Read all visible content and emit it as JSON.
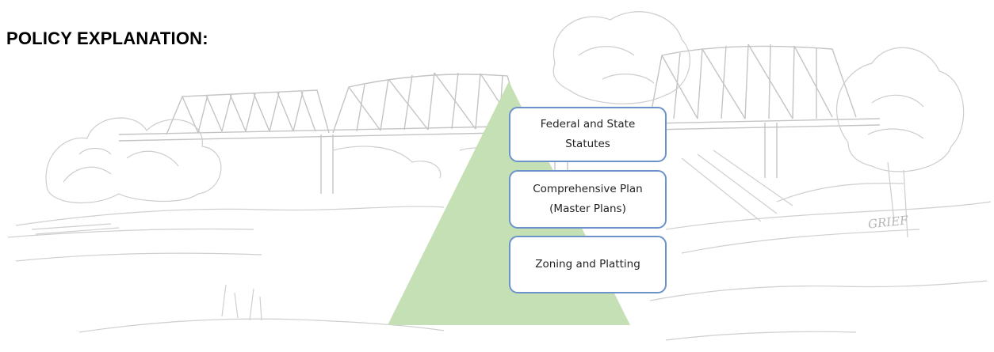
{
  "title": "POLICY EXPLANATION:",
  "hierarchy": [
    {
      "line1": "Federal and State",
      "line2": "Statutes"
    },
    {
      "line1": "Comprehensive Plan",
      "line2": "(Master Plans)"
    },
    {
      "line1": "Zoning and Platting",
      "line2": ""
    }
  ],
  "artist_signature": "GRIEF",
  "colors": {
    "pyramid": "#c5e0b4",
    "box_border": "#6b93c9",
    "sketch": "#c8c8c8"
  }
}
